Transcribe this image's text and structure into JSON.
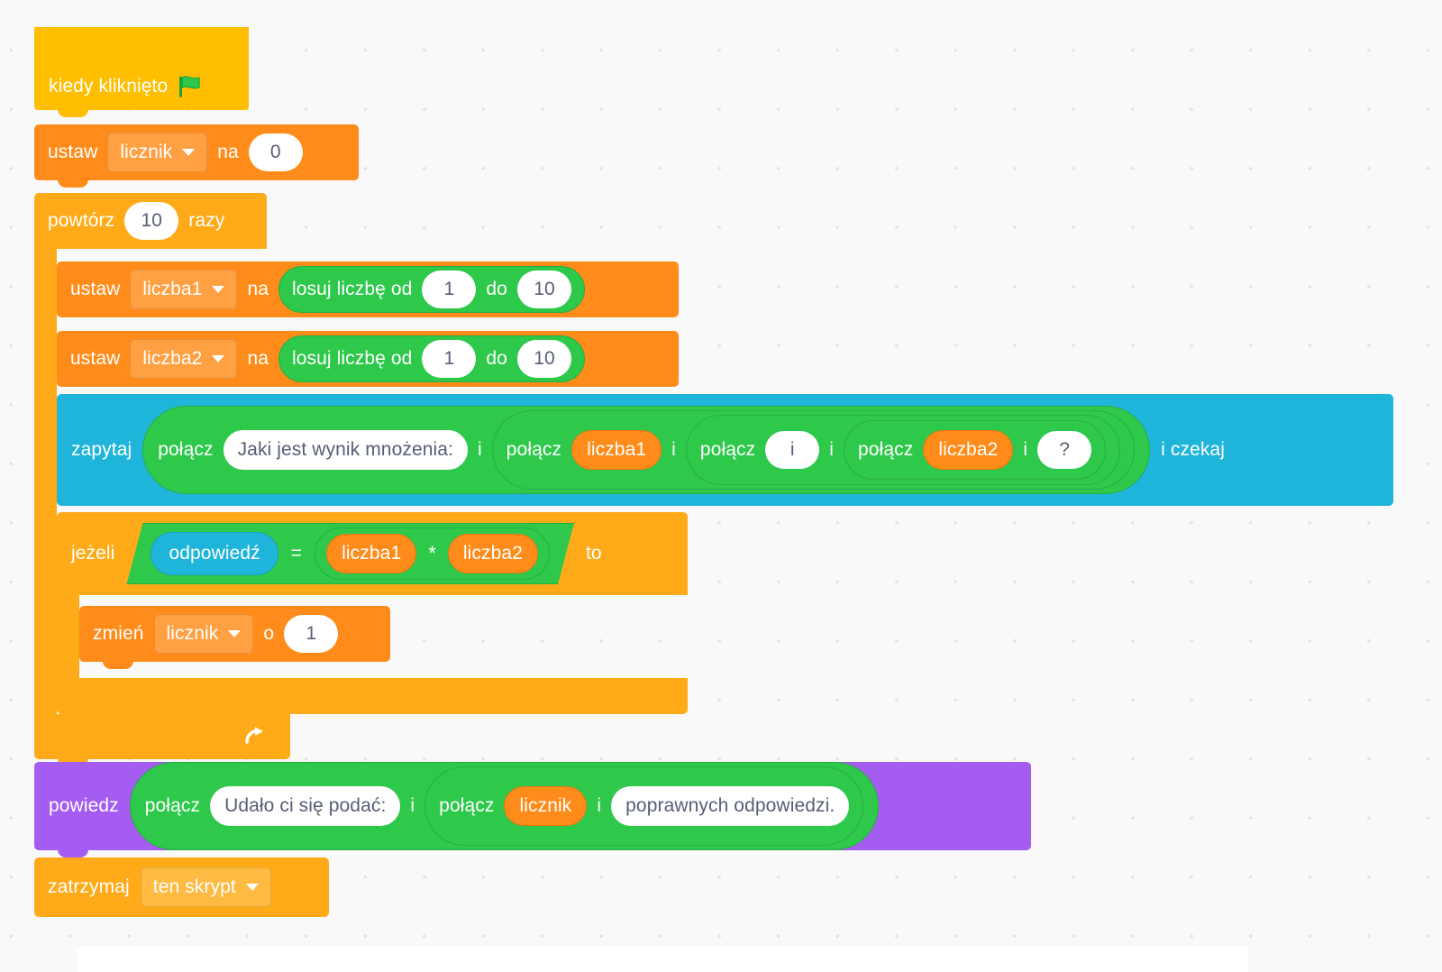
{
  "workspace": {
    "background_color": "#f9f9f9",
    "dot_color": "#e2e2e4",
    "language": "pl"
  },
  "palette": {
    "events_hat": "#ffbf00",
    "control": "#ffab19",
    "variables": "#ff8c1a",
    "operators": "#2ec84b",
    "sensing": "#1fb5da",
    "looks": "#a55cf0",
    "input_text": "#575e75"
  },
  "script": {
    "hat": {
      "label": "kiedy kliknięto",
      "icon": "green-flag-icon"
    },
    "set_counter": {
      "verb": "ustaw",
      "variable": "licznik",
      "connector": "na",
      "value": "0"
    },
    "repeat": {
      "verb": "powtórz",
      "times": "10",
      "suffix": "razy",
      "loop_icon": "loop-arrow-icon"
    },
    "set_number1": {
      "verb": "ustaw",
      "variable": "liczba1",
      "connector": "na",
      "random": {
        "label": "losuj liczbę od",
        "from": "1",
        "middle": "do",
        "to": "10"
      }
    },
    "set_number2": {
      "verb": "ustaw",
      "variable": "liczba2",
      "connector": "na",
      "random": {
        "label": "losuj liczbę od",
        "from": "1",
        "middle": "do",
        "to": "10"
      }
    },
    "ask": {
      "verb": "zapytaj",
      "suffix": "i czekaj",
      "join_label": "połącz",
      "and_label": "i",
      "parts": {
        "prompt": "Jaki jest wynik mnożenia:",
        "var1": "liczba1",
        "separator": "i",
        "var2": "liczba2",
        "question_mark": "?"
      }
    },
    "if_block": {
      "verb": "jeżeli",
      "then": "to",
      "condition": {
        "left": "odpowiedź",
        "operator": "=",
        "right_left": "liczba1",
        "right_operator": "*",
        "right_right": "liczba2"
      }
    },
    "change_counter": {
      "verb": "zmień",
      "variable": "licznik",
      "connector": "o",
      "value": "1"
    },
    "say": {
      "verb": "powiedz",
      "join_label": "połącz",
      "and_label": "i",
      "parts": {
        "text1": "Udało ci się podać:",
        "var": "licznik",
        "text2": "poprawnych odpowiedzi."
      }
    },
    "stop": {
      "verb": "zatrzymaj",
      "option": "ten skrypt"
    }
  }
}
